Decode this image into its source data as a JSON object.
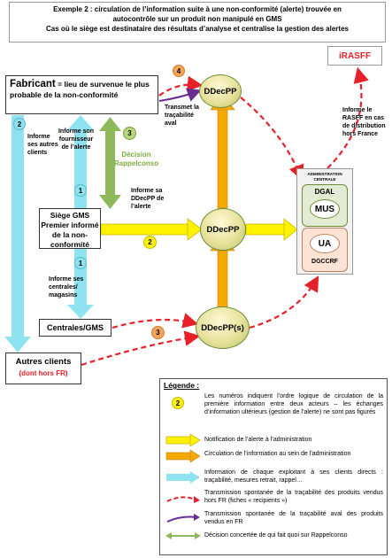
{
  "title": {
    "line1": "Exemple 2 : circulation de l’information suite à une non-conformité (alerte) trouvée en",
    "line2": "autocontrôle sur un produit non manipulé en GMS",
    "line3": "Cas où le siège est destinataire des résultats d’analyse et centralise la gestion des alertes"
  },
  "rasff": "iRASFF",
  "fabricant": {
    "name": "Fabricant",
    "desc": " = lieu de survenue le plus probable de la non-conformité"
  },
  "siege": "Siège GMS Premier informé de la non-conformité",
  "centrales": "Centrales/GMS",
  "autres": {
    "name": "Autres clients",
    "sub": "(dont hors FR)"
  },
  "ddecpp_top": "DDecPP",
  "ddecpp_mid": "DDecPP",
  "ddecpp_s": "DDecPP(s)",
  "numbers": {
    "n4": "4",
    "n2_left": "2",
    "n3_green": "3",
    "n1_upper": "1",
    "n2_yellow": "2",
    "n1_lower": "1",
    "n3_orange": "3"
  },
  "labels": {
    "informe_autres_clients": "Informe ses autres clients",
    "informe_fournisseur": "Informe son fournisseur de l’alerte",
    "decision": "Décision Rappelconso",
    "informe_ddecpp": "Informe sa DDecPP de l’alerte",
    "transmet": "Transmet la traçabilité aval",
    "informe_centrales": "Informe ses centrales/ magasins",
    "informe_rasff": "Informe le RASFF en cas de distribution hors France"
  },
  "admin": {
    "title": "ADMINISTRATION CENTRALE",
    "dgal": "DGAL",
    "mus": "MUS",
    "ua": "UA",
    "dgccrf": "DGCCRF"
  },
  "legend": {
    "title": "Légende :",
    "num_sample": "2",
    "items": [
      "Les numéros indiquent l’ordre logique de circulation de la première information entre deux acteurs – les échanges d’information ultérieurs (gestion de l’alerte) ne sont pas figurés",
      "Notification de l’alerte à l’administration",
      "Circulation de l’information au sein de l’administration",
      "Information de chaque exploitant à ses clients directs : traçabilité, mesures retrait, rappel…",
      "Transmission spontanée de la traçabilité des produits vendus hors FR (fiches « recipients »)",
      "Transmission spontanée de la traçabilité aval des produits vendus en FR",
      "Décision concertée de qui fait quoi sur Rappelconso"
    ]
  },
  "colors": {
    "yellow": "#ffff00",
    "orange": "#f5a800",
    "cyan": "#8fe3f0",
    "red": "#e8202a",
    "purple": "#6a2c91",
    "green": "#8fb85a"
  }
}
